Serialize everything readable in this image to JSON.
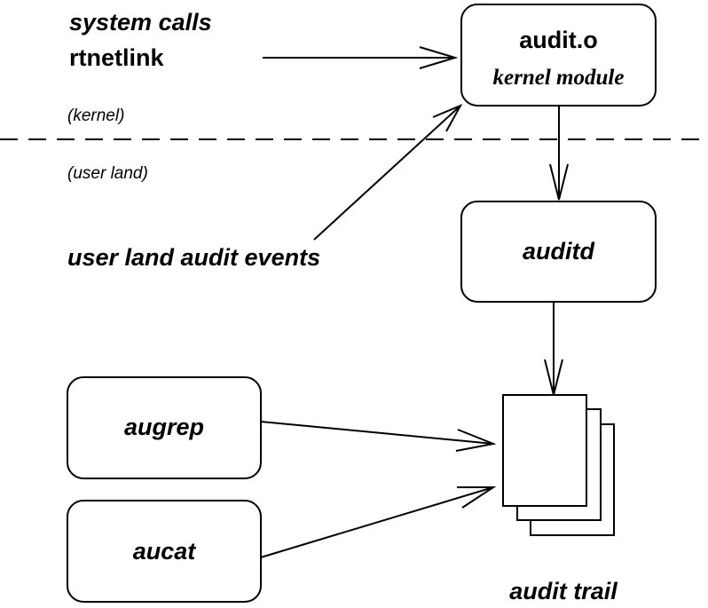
{
  "inputs": {
    "system_calls": "system calls",
    "rtnetlink": "rtnetlink",
    "user_land_audit_events": "user land audit events"
  },
  "zones": {
    "kernel": "(kernel)",
    "user_land": "(user land)"
  },
  "nodes": {
    "audit_o": {
      "title": "audit.o",
      "subtitle": "kernel module"
    },
    "auditd": {
      "title": "auditd"
    },
    "augrep": {
      "title": "augrep"
    },
    "aucat": {
      "title": "aucat"
    },
    "audit_trail": {
      "label": "audit trail"
    }
  }
}
